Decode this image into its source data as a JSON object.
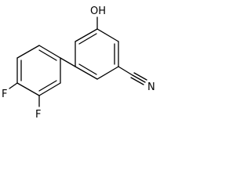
{
  "molecule": {
    "labels": {
      "hydroxyl": "OH",
      "nitrogen": "N",
      "fluorine_para": "F",
      "fluorine_meta": "F"
    },
    "colors": {
      "bond": "#000000",
      "text": "#000000",
      "background": "#ffffff"
    }
  }
}
